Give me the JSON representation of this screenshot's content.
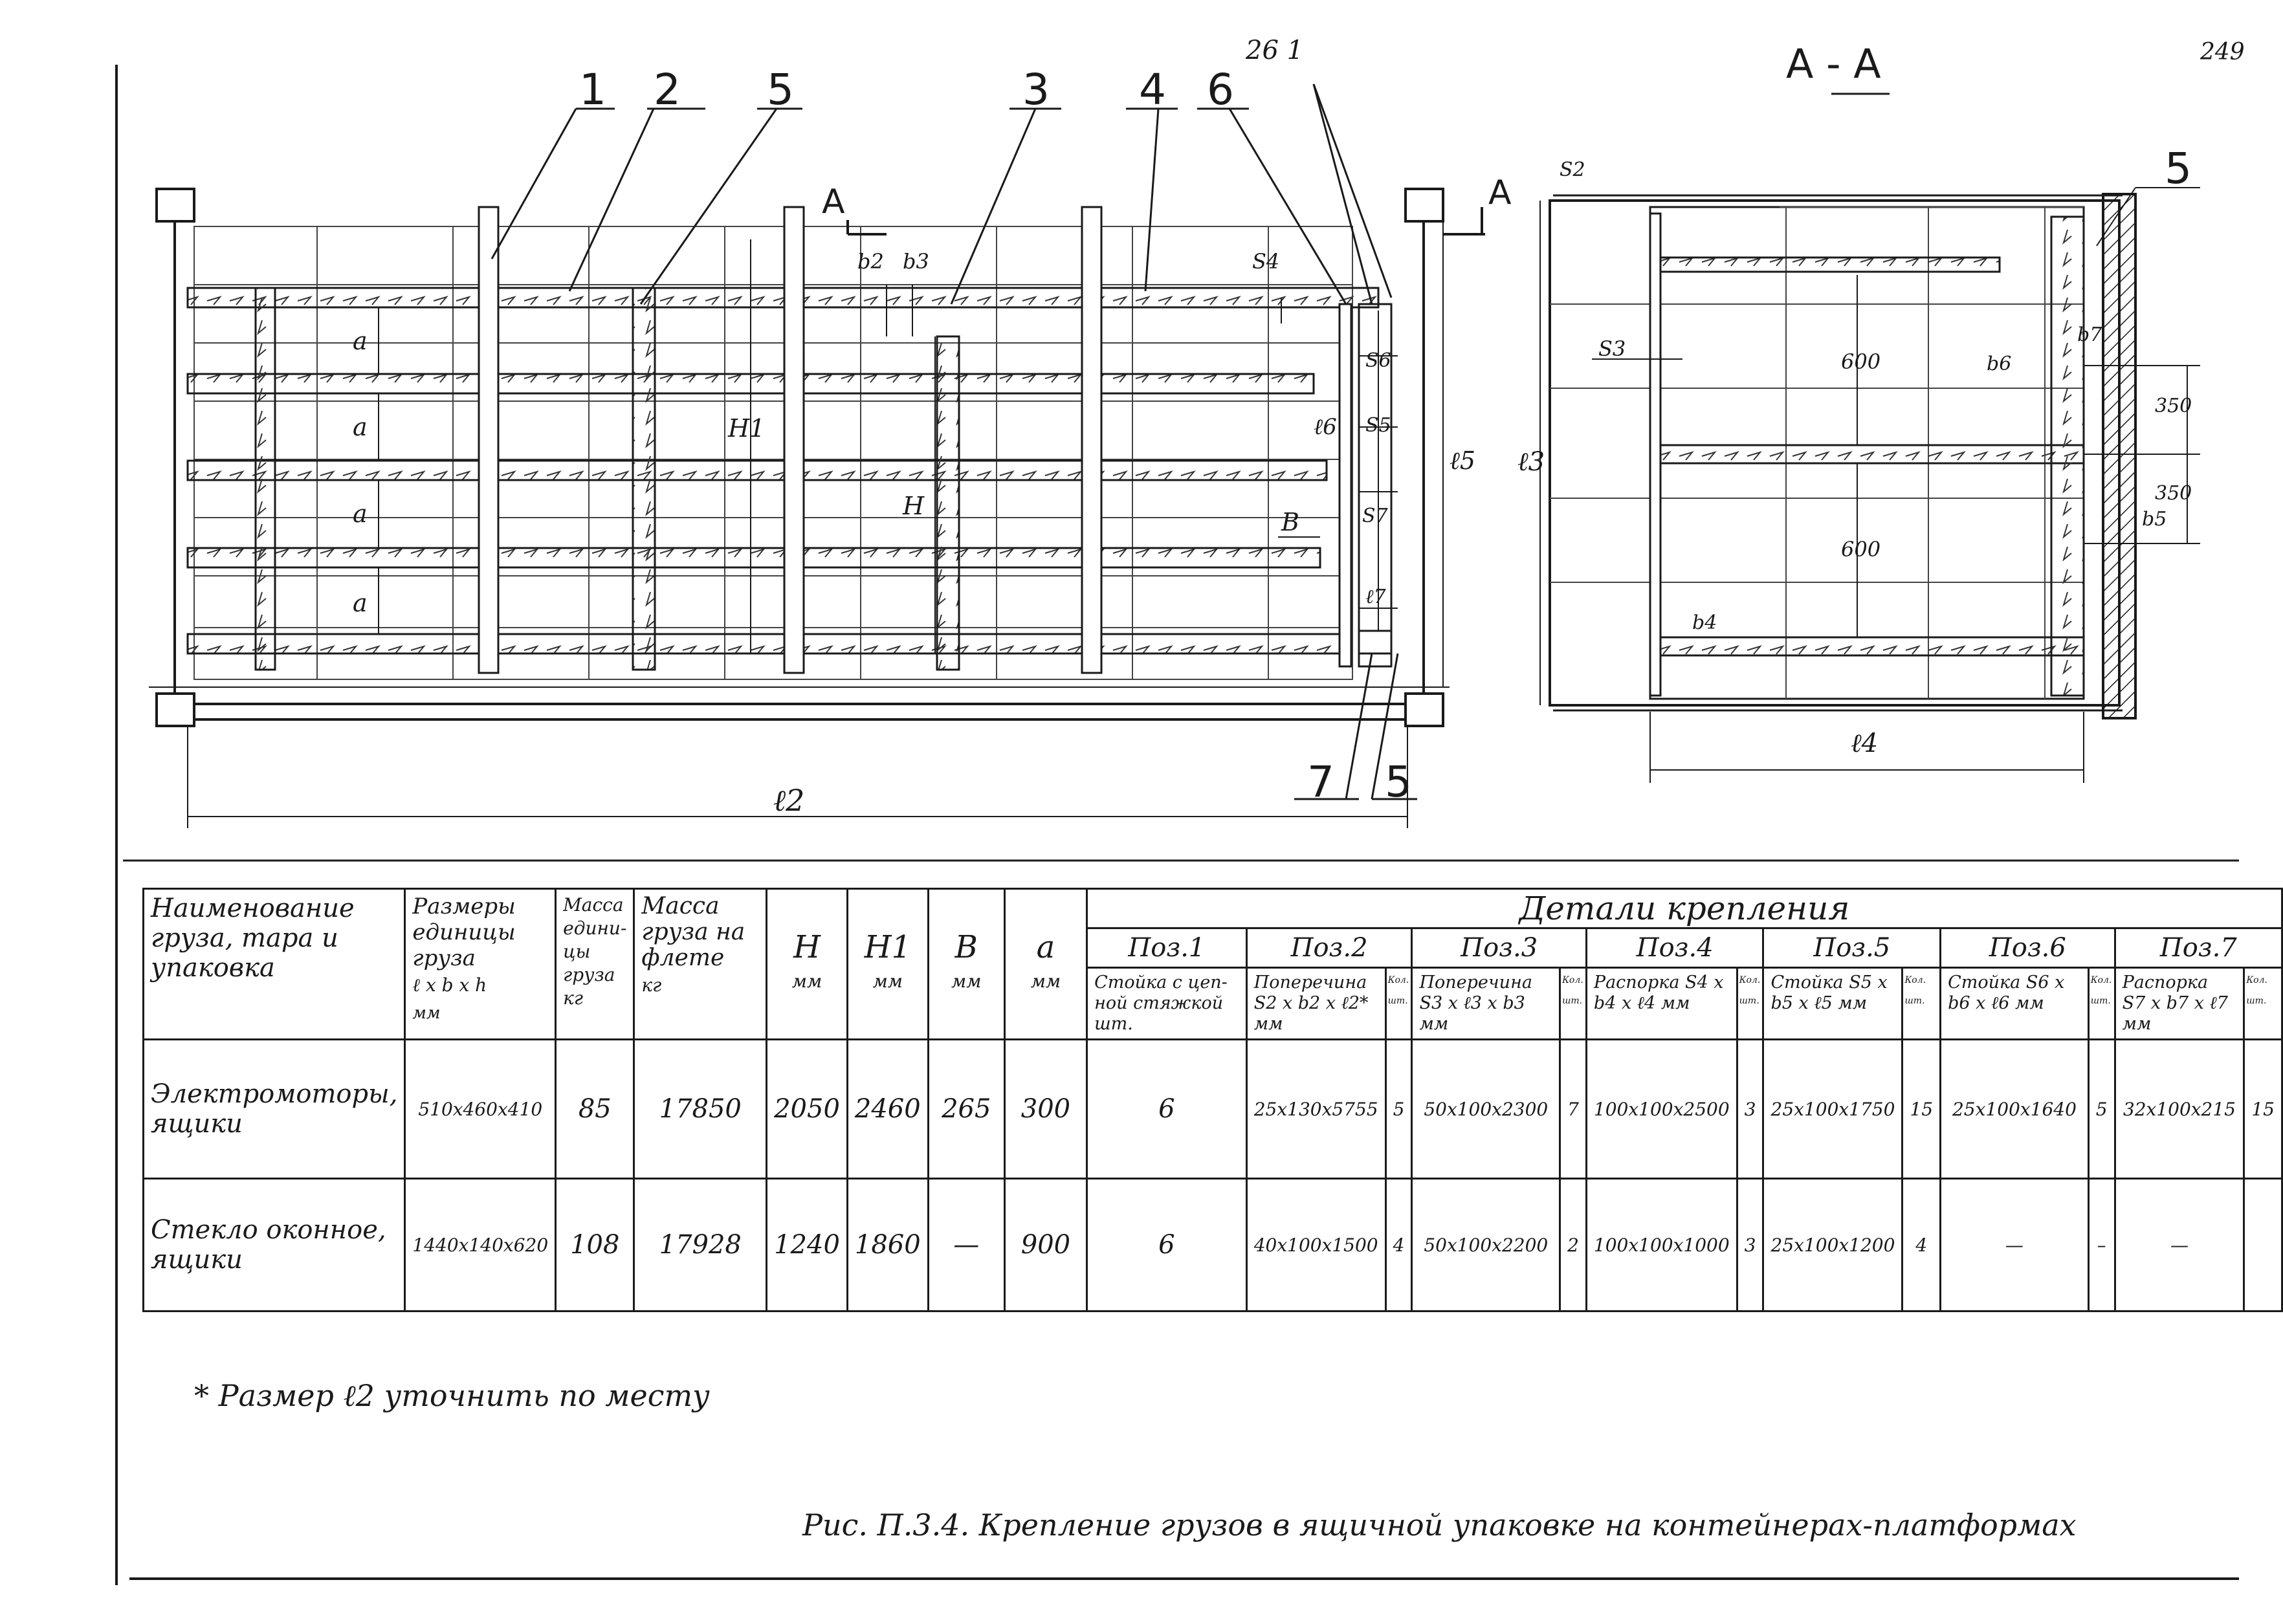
{
  "sheet": {
    "page_number": "249",
    "top_mark": "26 1"
  },
  "front_view": {
    "callouts": [
      "1",
      "2",
      "5",
      "3",
      "4",
      "6",
      "7",
      "5"
    ],
    "section_letter": "A",
    "dims": {
      "a": "a",
      "H1": "H1",
      "H": "H",
      "B": "B",
      "l2": "ℓ2",
      "l5": "ℓ5",
      "l6": "ℓ6",
      "l7": "ℓ7",
      "b2": "b2",
      "b3": "b3",
      "s4": "S4",
      "s5": "S5",
      "s6": "S6",
      "s7": "S7"
    }
  },
  "section_view": {
    "title": "А - А",
    "callout": "5",
    "dims": {
      "s2": "S2",
      "s3": "S3",
      "l3": "ℓ3",
      "l4": "ℓ4",
      "b4": "b4",
      "b5": "b5",
      "b6": "b6",
      "b7": "b7",
      "gap_upper": "600",
      "gap_lower": "600",
      "off_upper": "350",
      "off_lower": "350"
    }
  },
  "table": {
    "col_name": "Наименование груза, тара и упаковка",
    "col_dims": "Размеры единицы груза",
    "col_dims_formula": "ℓ x b x h",
    "col_dims_unit": "мм",
    "col_mass_unit": "Масса едини-цы груза",
    "col_mass_unit_unit": "кг",
    "col_mass_flat": "Масса груза на флете",
    "col_mass_flat_unit": "кг",
    "col_H": "H",
    "col_H1": "H1",
    "col_B": "B",
    "col_a": "a",
    "unit_mm": "мм",
    "details_title": "Детали крепления",
    "poz": [
      "Поз.1",
      "Поз.2",
      "Поз.3",
      "Поз.4",
      "Поз.5",
      "Поз.6",
      "Поз.7"
    ],
    "poz_desc": [
      "Стойка с цеп-ной стяжкой шт.",
      "Поперечина S2 x b2 x ℓ2* мм",
      "Поперечина S3 x ℓ3 x b3 мм",
      "Распорка S4 x b4 x ℓ4 мм",
      "Стойка S5 x b5 x ℓ5 мм",
      "Стойка S6 x b6 x ℓ6 мм",
      "Распорка S7 x b7 x ℓ7 мм"
    ],
    "qty_label": "Кол. шт.",
    "rows": [
      {
        "name": "Электромоторы, ящики",
        "dims": "510x460x410",
        "mass_unit": "85",
        "mass_flat": "17850",
        "H": "2050",
        "H1": "2460",
        "B": "265",
        "a": "300",
        "poz1": "6",
        "poz2": "25x130x5755",
        "q2": "5",
        "poz3": "50x100x2300",
        "q3": "7",
        "poz4": "100x100x2500",
        "q4": "3",
        "poz5": "25x100x1750",
        "q5": "15",
        "poz6": "25x100x1640",
        "q6": "5",
        "poz7": "32x100x215",
        "q7": "15"
      },
      {
        "name": "Стекло оконное, ящики",
        "dims": "1440x140x620",
        "mass_unit": "108",
        "mass_flat": "17928",
        "H": "1240",
        "H1": "1860",
        "B": "—",
        "a": "900",
        "poz1": "6",
        "poz2": "40x100x1500",
        "q2": "4",
        "poz3": "50x100x2200",
        "q3": "2",
        "poz4": "100x100x1000",
        "q4": "3",
        "poz5": "25x100x1200",
        "q5": "4",
        "poz6": "—",
        "q6": "–",
        "poz7": "—",
        "q7": ""
      }
    ]
  },
  "footnote": "* Размер ℓ2 уточнить по месту",
  "caption": "Рис. П.3.4. Крепление грузов в ящичной упаковке на контейнерах-платформах"
}
